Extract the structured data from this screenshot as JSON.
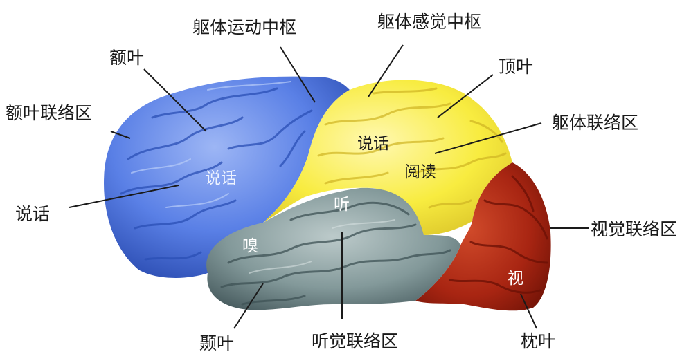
{
  "colors": {
    "frontal": "#4f76e0",
    "frontal_light": "#8aa8f0",
    "frontal_dark": "#2a4fb5",
    "parietal": "#f6ec3c",
    "parietal_light": "#fdf7a0",
    "parietal_dark": "#d9c52a",
    "temporal": "#7f9596",
    "temporal_light": "#b9c8c8",
    "temporal_dark": "#4b5f62",
    "occipital": "#b02a16",
    "occipital_light": "#d4502e",
    "occipital_dark": "#7a1508",
    "label_text": "#1a1a1a",
    "inner_text_light": "#ffffff",
    "inner_text_dark": "#1a1a1a"
  },
  "external_labels": {
    "motor_center": "躯体运动中枢",
    "sensory_center": "躯体感觉中枢",
    "frontal_lobe": "额叶",
    "frontal_association": "额叶联络区",
    "parietal_lobe": "顶叶",
    "somatic_association": "躯体联络区",
    "speech": "说话",
    "visual_association": "视觉联络区",
    "temporal_lobe": "颞叶",
    "auditory_association": "听觉联络区",
    "occipital_lobe": "枕叶"
  },
  "internal_labels": {
    "speech_frontal": "说话",
    "speech_parietal": "说话",
    "reading": "阅读",
    "hearing": "听",
    "smell": "嗅",
    "vision": "视"
  }
}
